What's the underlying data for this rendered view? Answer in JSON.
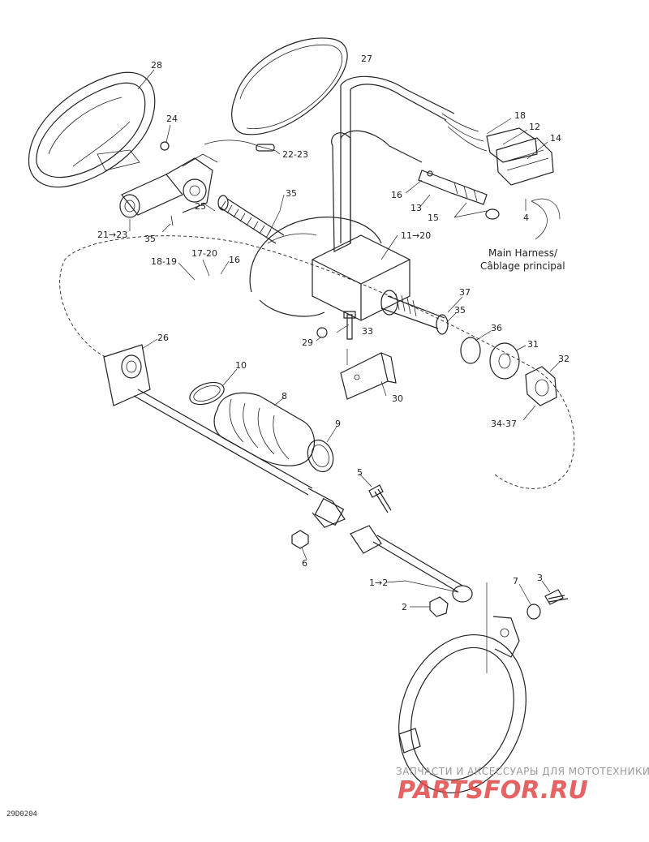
{
  "callouts": {
    "c28": "28",
    "c27": "27",
    "c24": "24",
    "c22_23": "22-23",
    "c21_23": "21→23",
    "c35a": "35",
    "c35b": "35",
    "c25": "25",
    "c18_19": "18-19",
    "c17_20": "17-20",
    "c16a": "16",
    "c11_20": "11→20",
    "c16b": "16",
    "c13": "13",
    "c15": "15",
    "c4": "4",
    "c18": "18",
    "c12": "12",
    "c14": "14",
    "c37": "37",
    "c35c": "35",
    "c36": "36",
    "c31": "31",
    "c32": "32",
    "c34_37": "34-37",
    "c29": "29",
    "c33": "33",
    "c30": "30",
    "c26": "26",
    "c10": "10",
    "c8": "8",
    "c9": "9",
    "c5": "5",
    "c6": "6",
    "c1_2": "1→2",
    "c2": "2",
    "c7": "7",
    "c3": "3"
  },
  "notes": {
    "main_harness_line1": "Main Harness/",
    "main_harness_line2": "Câblage principal"
  },
  "watermark": {
    "top_text": "ЗАПЧАСТИ И АКСЕССУАРЫ ДЛЯ МОТОТЕХНИКИ",
    "logo": "PARTSFOR.RU"
  },
  "reference_code": "29D0204"
}
